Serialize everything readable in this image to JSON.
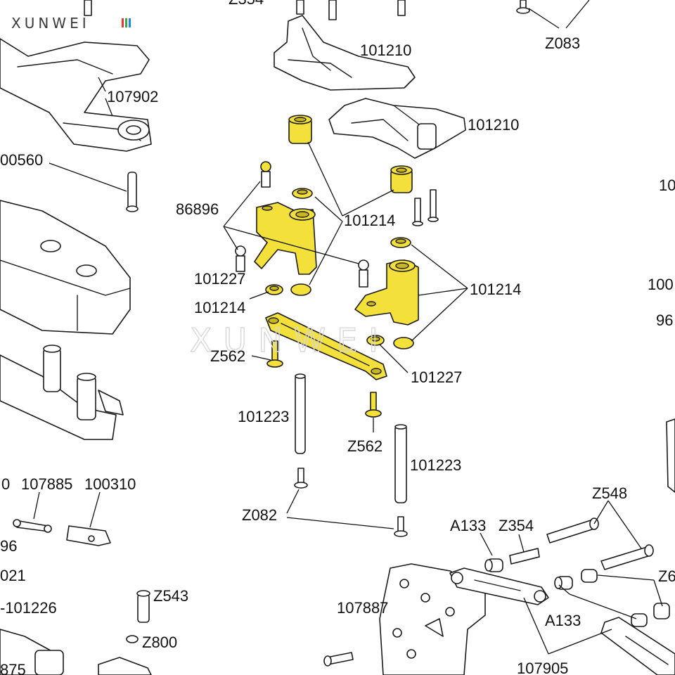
{
  "brand": {
    "logo_text": "XUNWEI",
    "watermark_text": "XUNWEI",
    "logo_bar_colors": [
      "#e53935",
      "#43a047",
      "#1e88e5"
    ]
  },
  "colors": {
    "highlight": "#f3e03a",
    "line": "#1a1a1a",
    "background": "#ffffff"
  },
  "labels": {
    "p_z354_top": "Z354",
    "p_101210_a": "101210",
    "p_101210_b": "101210",
    "p_z083": "Z083",
    "p_107902": "107902",
    "p_100560": "00560",
    "p_86896": "86896",
    "p_101214_a": "101214",
    "p_101214_b": "101214",
    "p_101214_c": "101214",
    "p_101227_a": "101227",
    "p_101227_b": "101227",
    "p_z562_a": "Z562",
    "p_z562_b": "Z562",
    "p_101223_a": "101223",
    "p_101223_b": "101223",
    "p_z082": "Z082",
    "p_10_right": "10",
    "p_100_right": "100",
    "p_96_right": "96",
    "p_0_left": "0",
    "p_107885": "107885",
    "p_100310": "100310",
    "p_96_left": "96",
    "p_021_left": "021",
    "p_101226": "-101226",
    "p_875": "875",
    "p_z543": "Z543",
    "p_z800": "Z800",
    "p_107887": "107887",
    "p_a133_a": "A133",
    "p_z354_b": "Z354",
    "p_z548": "Z548",
    "p_z6": "Z6",
    "p_a133_b": "A133",
    "p_107905": "107905"
  }
}
